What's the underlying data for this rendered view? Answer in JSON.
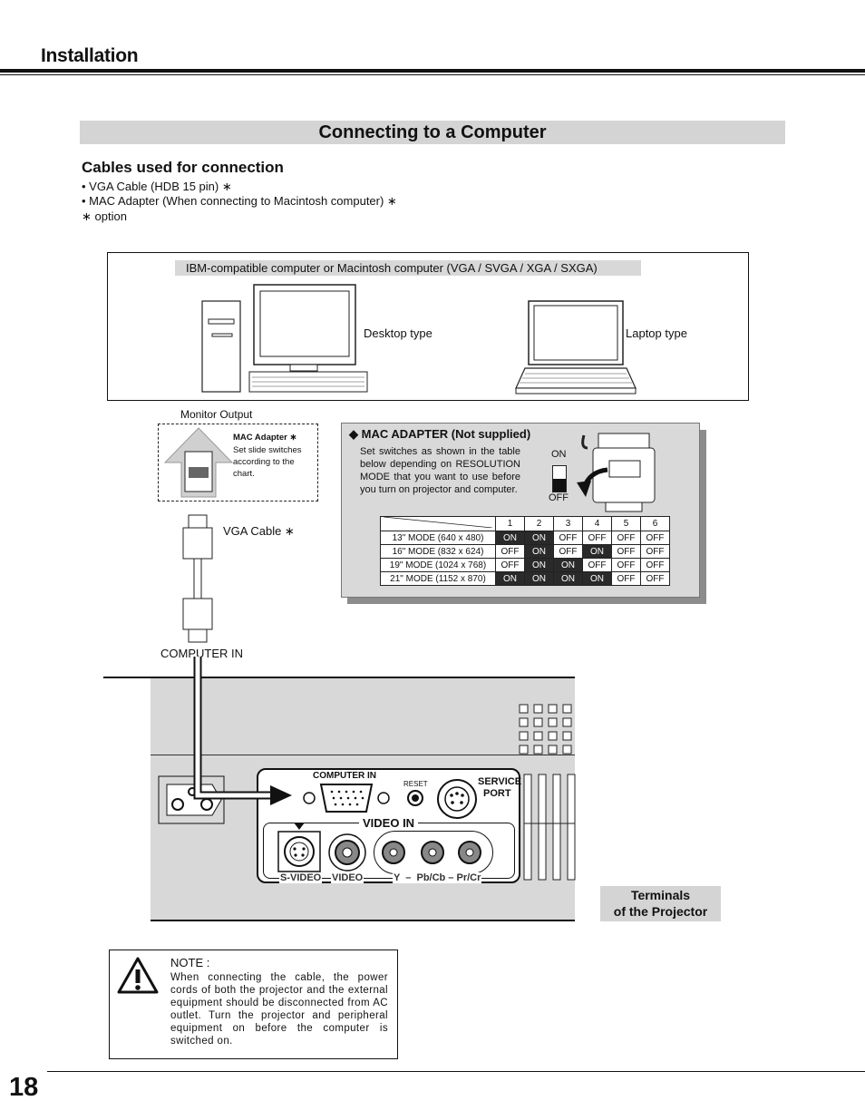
{
  "header": {
    "section": "Installation"
  },
  "banner": {
    "title": "Connecting to a Computer"
  },
  "cables": {
    "heading": "Cables used for connection",
    "items": [
      "• VGA Cable (HDB 15 pin) ∗",
      "• MAC Adapter (When connecting to Macintosh computer)  ∗"
    ],
    "option_note": "∗ option"
  },
  "computer": {
    "label": "IBM-compatible computer or Macintosh computer (VGA / SVGA / XGA / SXGA)",
    "desktop": "Desktop type",
    "laptop": "Laptop type"
  },
  "monitor_output": "Monitor Output",
  "mac_adapter_small": {
    "title": "MAC Adapter ∗",
    "text": "Set slide switches according to the chart."
  },
  "vga_cable": "VGA Cable ∗",
  "computer_in": "COMPUTER IN",
  "mac_panel": {
    "title": "◆ MAC ADAPTER (Not supplied)",
    "body": "Set switches as shown in the table below depending on RESOLUTION MODE that you want to use before you turn on projector and computer.",
    "on": "ON",
    "off": "OFF",
    "columns": [
      "1",
      "2",
      "3",
      "4",
      "5",
      "6"
    ],
    "rows": [
      {
        "mode": "13\" MODE (640 x 480)",
        "values": [
          "ON",
          "ON",
          "OFF",
          "OFF",
          "OFF",
          "OFF"
        ]
      },
      {
        "mode": "16\" MODE (832 x 624)",
        "values": [
          "OFF",
          "ON",
          "OFF",
          "ON",
          "OFF",
          "OFF"
        ]
      },
      {
        "mode": "19\" MODE (1024 x 768)",
        "values": [
          "OFF",
          "ON",
          "ON",
          "OFF",
          "OFF",
          "OFF"
        ]
      },
      {
        "mode": "21\" MODE (1152 x 870)",
        "values": [
          "ON",
          "ON",
          "ON",
          "ON",
          "OFF",
          "OFF"
        ]
      }
    ]
  },
  "projector": {
    "computer_in": "COMPUTER IN",
    "reset": "RESET",
    "service1": "SERVICE",
    "service2": "PORT",
    "video_in": "VIDEO IN",
    "svideo": "S-VIDEO",
    "video": "VIDEO",
    "ypbpr": "Y  –  Pb/Cb – Pr/Cr"
  },
  "terminals": {
    "line1": "Terminals",
    "line2": "of the Projector"
  },
  "note": {
    "title": "NOTE :",
    "body": "When connecting the cable, the power cords of both the projector and the external equipment should be disconnected from AC outlet.  Turn the projector and peripheral equipment on before the computer is switched on."
  },
  "page_number": "18"
}
